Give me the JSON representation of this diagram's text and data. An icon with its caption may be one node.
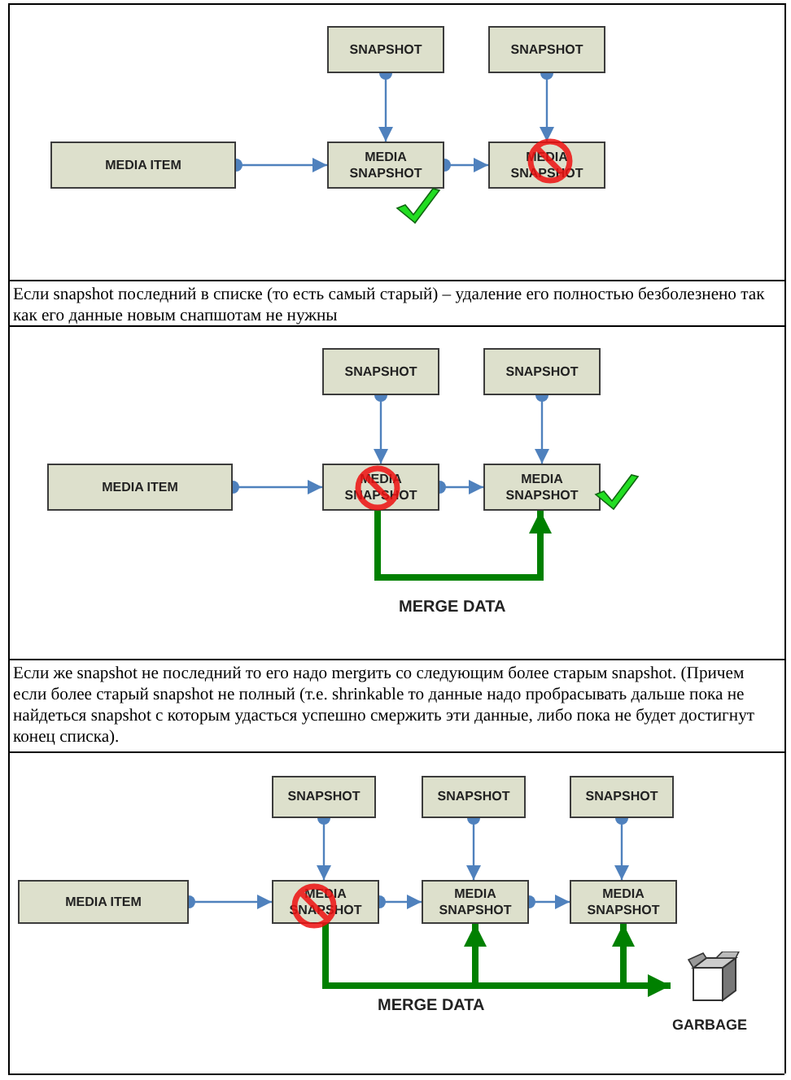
{
  "diagram": {
    "nodes": [
      {
        "text": [
          "SNAPSHOT"
        ]
      },
      {
        "text": [
          "SNAPSHOT"
        ]
      },
      {
        "text": [
          "MEDIA ITEM"
        ]
      },
      {
        "text": [
          "MEDIA SNAPSHOT"
        ]
      },
      {
        "text": [
          "MEDIA SNAPSHOT"
        ]
      },
      {
        "text": [
          "SNAPSHOT"
        ]
      },
      {
        "text": [
          "SNAPSHOT"
        ]
      },
      {
        "text": [
          "MEDIA ITEM"
        ]
      },
      {
        "text": [
          "MEDIA SNAPSHOT"
        ]
      },
      {
        "text": [
          "MEDIA SNAPSHOT"
        ]
      },
      {
        "text": [
          "SNAPSHOT"
        ]
      },
      {
        "text": [
          "SNAPSHOT"
        ]
      },
      {
        "text": [
          "SNAPSHOT"
        ]
      },
      {
        "text": [
          "MEDIA ITEM"
        ]
      },
      {
        "text": [
          "MEDIA SNAPSHOT"
        ]
      },
      {
        "text": [
          "MEDIA SNAPSHOT"
        ]
      },
      {
        "text": [
          "MEDIA SNAPSHOT"
        ]
      },
      {
        "text": [
          "GARBAGE"
        ]
      }
    ],
    "edges": [
      {
        "from": 0,
        "to": 3,
        "arrow": "to"
      },
      {
        "from": 1,
        "to": 4,
        "arrow": "to"
      },
      {
        "from": 2,
        "to": 3,
        "arrow": "to"
      },
      {
        "from": 3,
        "to": 4,
        "arrow": "to"
      },
      {
        "from": 5,
        "to": 8,
        "arrow": "to"
      },
      {
        "from": 6,
        "to": 9,
        "arrow": "to"
      },
      {
        "from": 7,
        "to": 8,
        "arrow": "to"
      },
      {
        "from": 8,
        "to": 9,
        "arrow": "to"
      },
      {
        "from": 8,
        "to": 9,
        "arrow": "to",
        "label": "MERGE DATA",
        "style": "thick",
        "color": "#008000"
      },
      {
        "from": 10,
        "to": 14,
        "arrow": "to"
      },
      {
        "from": 11,
        "to": 15,
        "arrow": "to"
      },
      {
        "from": 12,
        "to": 16,
        "arrow": "to"
      },
      {
        "from": 13,
        "to": 14,
        "arrow": "to"
      },
      {
        "from": 14,
        "to": 15,
        "arrow": "to"
      },
      {
        "from": 15,
        "to": 16,
        "arrow": "to"
      },
      {
        "from": 14,
        "to": 15,
        "arrow": "to",
        "style": "thick",
        "color": "#008000"
      },
      {
        "from": 14,
        "to": 16,
        "arrow": "to",
        "label": "MERGE DATA",
        "style": "thick",
        "color": "#008000"
      },
      {
        "from": 14,
        "to": 17,
        "arrow": "to",
        "style": "thick",
        "color": "#008000"
      }
    ],
    "labels": [
      "Если snapshot последний  в списке  (то есть самый старый) – удаление его полностью безболезнено так как его данные новым снапшотам не нужны",
      "Если же snapshot не последний  то его надо mergить со следующим более старым snapshot. (Причем если более старый snapshot не полный (т.е. shrinkable то данные надо пробрасывать дальше пока не найдеться snapshot с которым удасться успешно смержить эти данные, либо пока не будет достигнут конец списка)."
    ]
  }
}
